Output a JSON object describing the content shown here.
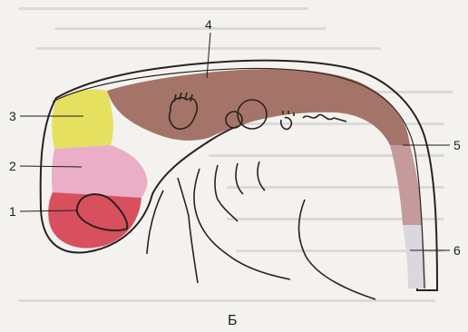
{
  "figure": {
    "caption": "Б",
    "labels": {
      "one": "1",
      "two": "2",
      "three": "3",
      "four": "4",
      "five": "5",
      "six": "6"
    },
    "colors": {
      "background": "#f4f2ef",
      "outline": "#2a2220",
      "region_1": "#d8505e",
      "region_2": "#eaaec7",
      "region_3": "#e6e060",
      "region_4": "#a57468",
      "region_5": "#c49a9a",
      "region_6": "#dcd6df"
    }
  }
}
